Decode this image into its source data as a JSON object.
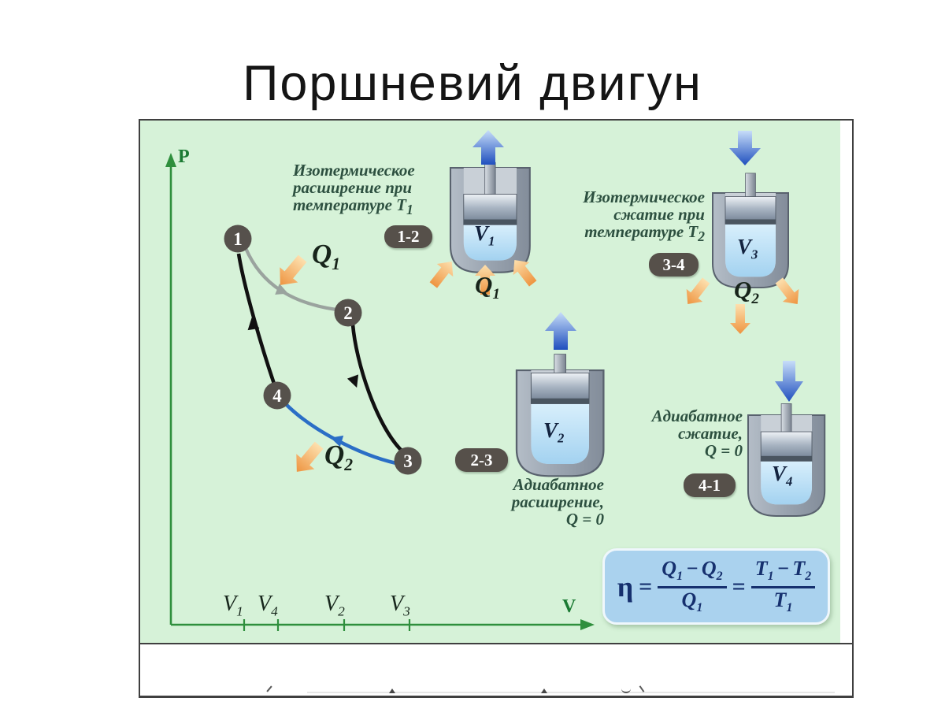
{
  "title": "Поршневий двигун",
  "pv": {
    "p_label": "P",
    "v_label": "V",
    "points": [
      "1",
      "2",
      "3",
      "4"
    ],
    "q_in": {
      "base": "Q",
      "sub": "1"
    },
    "q_out": {
      "base": "Q",
      "sub": "2"
    },
    "v_ticks": [
      {
        "base": "V",
        "sub": "1"
      },
      {
        "base": "V",
        "sub": "4"
      },
      {
        "base": "V",
        "sub": "2"
      },
      {
        "base": "V",
        "sub": "3"
      }
    ]
  },
  "stages": {
    "s12": {
      "caption": [
        "Изотермическое",
        "расширение при"
      ],
      "caption_t": {
        "text": "температуре T",
        "sub": "1"
      },
      "badge": "1-2",
      "volume": {
        "base": "V",
        "sub": "1"
      },
      "heat": {
        "base": "Q",
        "sub": "1"
      }
    },
    "s34": {
      "caption": [
        "Изотермическое",
        "сжатие при"
      ],
      "caption_t": {
        "text": "температуре T",
        "sub": "2"
      },
      "badge": "3-4",
      "volume": {
        "base": "V",
        "sub": "3"
      },
      "heat": {
        "base": "Q",
        "sub": "2"
      }
    },
    "s23": {
      "caption": [
        "Адиабатное",
        "расширение,",
        "Q = 0"
      ],
      "badge": "2-3",
      "volume": {
        "base": "V",
        "sub": "2"
      }
    },
    "s41": {
      "caption": [
        "Адиабатное",
        "сжатие,",
        "Q = 0"
      ],
      "badge": "4-1",
      "volume": {
        "base": "V",
        "sub": "4"
      }
    }
  },
  "formula": {
    "eta": "η",
    "equals": "=",
    "minus": "−",
    "q1": {
      "base": "Q",
      "sub": "1"
    },
    "q2": {
      "base": "Q",
      "sub": "2"
    },
    "t1": {
      "base": "T",
      "sub": "1"
    },
    "t2": {
      "base": "T",
      "sub": "2"
    }
  },
  "colors": {
    "slide_bg": "#ffffff",
    "diagram_bg": "#d6f2d8",
    "axis_green": "#2f8f3d",
    "axis_label_green": "#1b7a33",
    "caption_green": "#2d5040",
    "badge_bg": "#56504a",
    "point_circle": "#56514c",
    "curve_black": "#111111",
    "curve_gray": "#9aa39e",
    "curve_blue": "#2b6ec6",
    "heat_arrow_orange": "#f09c4e",
    "piston_arrow_blue": "#2250bd",
    "formula_bg": "#aad2ee",
    "formula_text": "#16306e"
  }
}
